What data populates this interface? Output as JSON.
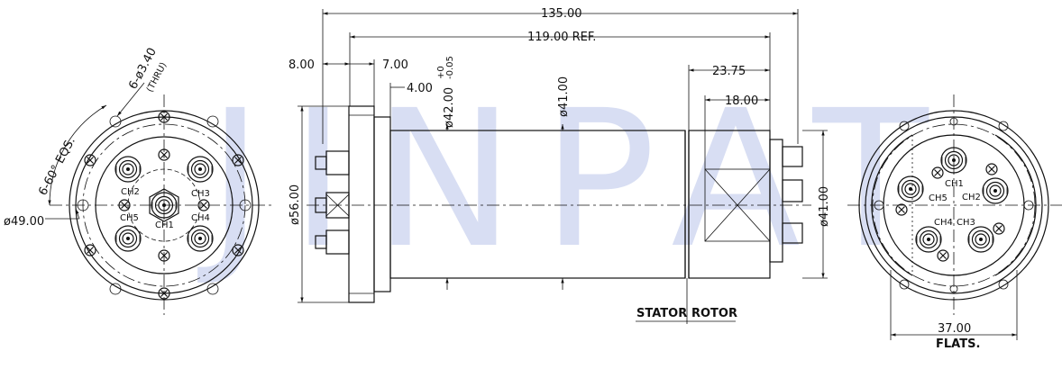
{
  "watermark": "JINPAT",
  "dimensions": {
    "overall_length": "135.00",
    "ref_length": "119.00 REF.",
    "flange_thickness": "8.00",
    "stator_offset": "7.00",
    "step_length": "4.00",
    "body_diameter": "ø42.00",
    "body_tol_upper": "+0",
    "body_tol_lower": "-0.05",
    "body_diameter_2": "ø41.00",
    "rotor_length": "23.75",
    "rotor_step": "18.00",
    "flange_diameter": "ø56.00",
    "rotor_diameter": "ø41.00",
    "bolt_circle": "ø49.00",
    "hole_spec": "6-ø3.40",
    "hole_thru": "(THRU)",
    "hole_spacing": "6-60° EQS.",
    "flats": "37.00",
    "flats_label": "FLATS."
  },
  "sections": {
    "stator": "STATOR",
    "rotor": "ROTOR"
  },
  "left_channels": [
    "CH2",
    "CH3",
    "CH5",
    "CH4",
    "CH1"
  ],
  "right_channels": [
    "CH1",
    "CH5",
    "CH2",
    "CH4",
    "CH3"
  ]
}
